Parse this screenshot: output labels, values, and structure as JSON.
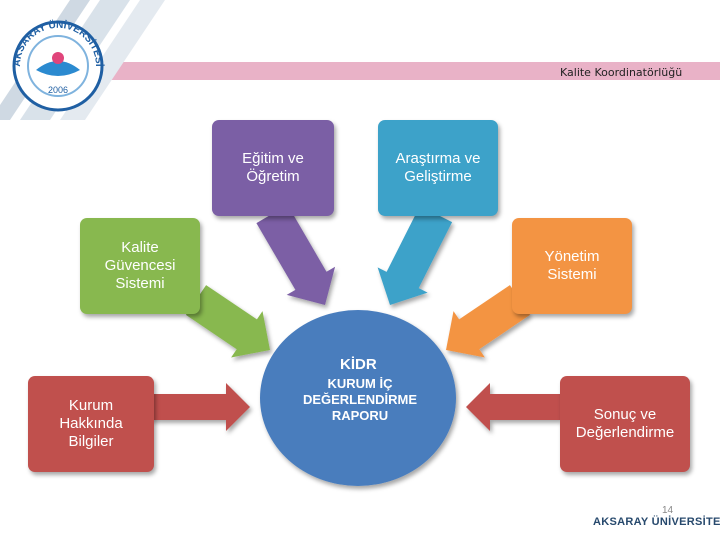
{
  "header": {
    "title": "Kalite Koordinatörlüğü",
    "logo_text": "AKSARAY ÜNİVERSİTESİ",
    "logo_year": "2006",
    "band_color": "#e9b2c7"
  },
  "diagram": {
    "center": {
      "title": "KİDR",
      "body": "KURUM İÇ\nDEĞERLENDİRME\nRAPORU",
      "color": "#4a7dbd"
    },
    "nodes": [
      {
        "id": "egitim",
        "label": "Eğitim ve\nÖğretim",
        "color": "#7b5fa5"
      },
      {
        "id": "arastirma",
        "label": "Araştırma ve\nGeliştirme",
        "color": "#3da2c9"
      },
      {
        "id": "kalite",
        "label": "Kalite\nGüvencesi\nSistemi",
        "color": "#88b84f"
      },
      {
        "id": "yonetim",
        "label": "Yönetim\nSistemi",
        "color": "#f39443"
      },
      {
        "id": "kurum",
        "label": "Kurum\nHakkında\nBilgiler",
        "color": "#c0504d"
      },
      {
        "id": "sonuc",
        "label": "Sonuç ve\nDeğerlendirme",
        "color": "#c0504d"
      }
    ]
  },
  "footer": {
    "page_number": "14",
    "logo_text": "AKSARAY ÜNİVERSİTESİ"
  }
}
